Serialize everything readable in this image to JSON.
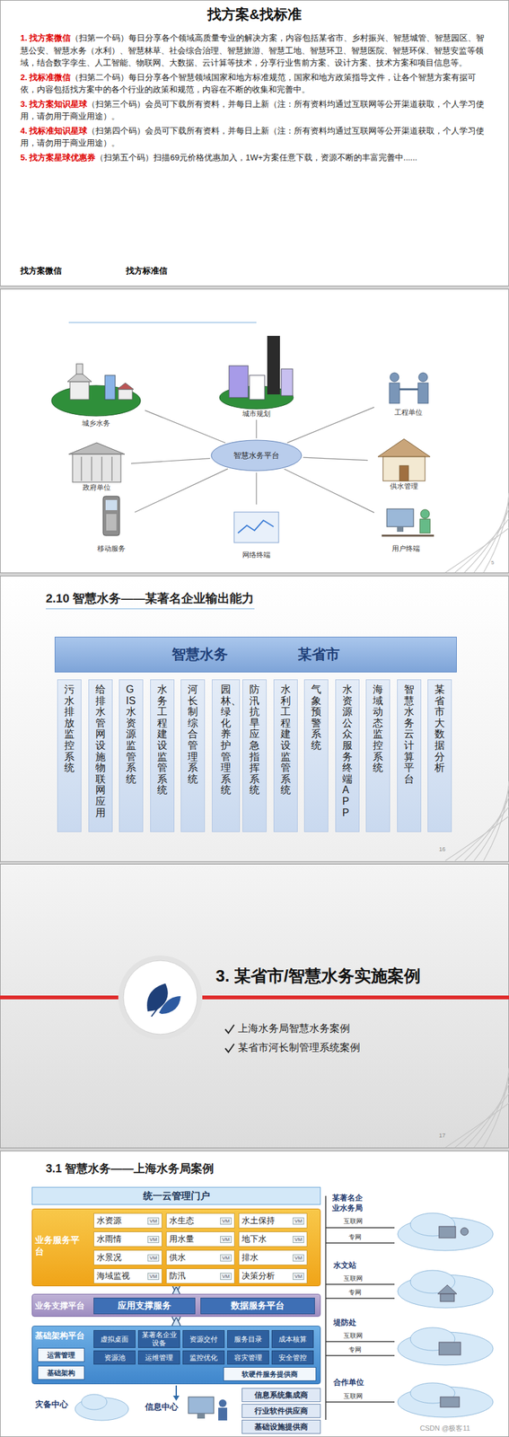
{
  "diagram": {
    "title": "找方案&找标准",
    "nodes": [
      {
        "text": [
          "智慧水务平台"
        ]
      },
      {
        "text": [
          "城乡水务"
        ]
      },
      {
        "text": [
          "城市规划"
        ]
      },
      {
        "text": [
          "工程单位"
        ]
      },
      {
        "text": [
          "政府单位"
        ]
      },
      {
        "text": [
          "供水管理"
        ]
      },
      {
        "text": [
          "移动服务"
        ]
      },
      {
        "text": [
          "网络终端"
        ]
      },
      {
        "text": [
          "用户终端"
        ]
      },
      {
        "text": [
          "智慧水务",
          "某省市"
        ]
      },
      {
        "text": [
          "污水排放监控系统"
        ]
      },
      {
        "text": [
          "给排水管网设施物联网应用"
        ]
      },
      {
        "text": [
          "GIS水资源监管系统"
        ]
      },
      {
        "text": [
          "水务工程建设监管系统"
        ]
      },
      {
        "text": [
          "河长制综合管理系统"
        ]
      },
      {
        "text": [
          "园林、绿化养护管理系统"
        ]
      },
      {
        "text": [
          "防汛抗旱应急指挥系统"
        ]
      },
      {
        "text": [
          "水利工程建设监管系统"
        ]
      },
      {
        "text": [
          "气象预警系统"
        ]
      },
      {
        "text": [
          "水资源公众服务终端APP"
        ]
      },
      {
        "text": [
          "海域动态监控系统"
        ]
      },
      {
        "text": [
          "智慧水务云计算平台"
        ]
      },
      {
        "text": [
          "某省市大数据分析"
        ]
      },
      {
        "text": [
          "统一云管理门户"
        ]
      },
      {
        "text": [
          "业务服务平台"
        ]
      },
      {
        "text": [
          "水资源",
          "VM"
        ],
        "in": 24
      },
      {
        "text": [
          "水生态",
          "VM"
        ],
        "in": 24
      },
      {
        "text": [
          "水土保持",
          "VM"
        ],
        "in": 24
      },
      {
        "text": [
          "水雨情",
          "VM"
        ],
        "in": 24
      },
      {
        "text": [
          "用水量",
          "VM"
        ],
        "in": 24
      },
      {
        "text": [
          "地下水",
          "VM"
        ],
        "in": 24
      },
      {
        "text": [
          "水景况",
          "VM"
        ],
        "in": 24
      },
      {
        "text": [
          "供水",
          "VM"
        ],
        "in": 24
      },
      {
        "text": [
          "排水",
          "VM"
        ],
        "in": 24
      },
      {
        "text": [
          "海域监视",
          "VM"
        ],
        "in": 24
      },
      {
        "text": [
          "防汛",
          "VM"
        ],
        "in": 24
      },
      {
        "text": [
          "决策分析",
          "VM"
        ],
        "in": 24
      },
      {
        "text": [
          "业务支撑平台"
        ]
      },
      {
        "text": [
          "应用支撑服务"
        ],
        "in": 37
      },
      {
        "text": [
          "数据服务平台"
        ],
        "in": 37
      },
      {
        "text": [
          "基础架构平台"
        ]
      },
      {
        "text": [
          "运营管理"
        ],
        "in": 40
      },
      {
        "text": [
          "基础架构"
        ],
        "in": 40
      },
      {
        "text": [
          "虚拟桌面"
        ],
        "in": 40
      },
      {
        "text": [
          "某著名企业设备"
        ],
        "in": 40
      },
      {
        "text": [
          "资源交付"
        ],
        "in": 40
      },
      {
        "text": [
          "服务目录"
        ],
        "in": 40
      },
      {
        "text": [
          "成本核算"
        ],
        "in": 40
      },
      {
        "text": [
          "资源池"
        ],
        "in": 40
      },
      {
        "text": [
          "运维管理"
        ],
        "in": 40
      },
      {
        "text": [
          "监控优化"
        ],
        "in": 40
      },
      {
        "text": [
          "容灾管理"
        ],
        "in": 40
      },
      {
        "text": [
          "安全管控"
        ],
        "in": 40
      },
      {
        "text": [
          "软硬件服务提供商"
        ],
        "in": 40
      },
      {
        "text": [
          "信息系统集成商"
        ]
      },
      {
        "text": [
          "行业软件供应商"
        ]
      },
      {
        "text": [
          "基础设施提供商"
        ]
      }
    ],
    "edges": [
      {
        "from": 0,
        "to": 1,
        "arrow": "none"
      },
      {
        "from": 0,
        "to": 2,
        "arrow": "none"
      },
      {
        "from": 0,
        "to": 3,
        "arrow": "none"
      },
      {
        "from": 0,
        "to": 4,
        "arrow": "none"
      },
      {
        "from": 0,
        "to": 5,
        "arrow": "none"
      },
      {
        "from": 0,
        "to": 6,
        "arrow": "none"
      },
      {
        "from": 0,
        "to": 7,
        "arrow": "none"
      },
      {
        "from": 0,
        "to": 8,
        "arrow": "none"
      },
      {
        "from": 37,
        "to": 24,
        "arrow": "both"
      },
      {
        "from": 40,
        "to": 37,
        "arrow": "both"
      }
    ],
    "labels": [
      "1. 找方案微信",
      "（扫第一个码）每日分享各个领域高质量专业的解决方案，内容包括某省市、乡村振兴、智慧城管、智慧园区、智慧公安、智慧水务（水利）、智慧林草、社会综合治理、智慧旅游、智慧工地、智慧环卫、智慧医院、智慧环保、智慧安监等领域，结合数字孪生、人工智能、物联网、大数据、云计算等技术，分享行业售前方案、设计方案、技术方案和项目信息等。",
      "2. 找标准微信",
      "（扫第二个码）每日分享各个智慧领域国家和地方标准规范，国家和地方政策指导文件，让各个智慧方案有据可依，内容包括找方案中的各个行业的政策和规范，内容在不断的收集和完善中。",
      "3. 找方案知识星球",
      "（扫第三个码）会员可下载所有资料，并每日上新（注：所有资料均通过互联网等公开渠道获取，个人学习使用，请勿用于商业用途）。",
      "4. 找标准知识星球",
      "（扫第四个码）会员可下载所有资料，并每日上新（注：所有资料均通过互联网等公开渠道获取，个人学习使用，请勿用于商业用途）。",
      "5. 找方案星球优惠券",
      "（扫第五个码）扫描69元价格优惠加入，1W+方案任意下载，资源不断的丰富完善中......",
      "找方案微信",
      "找方标准信",
      "5",
      "2.10 智慧水务——某著名企业输出能力",
      "16",
      "3. 某省市/智慧水务实施案例",
      "上海水务局智慧水务案例",
      "某省市河长制管理系统案例",
      "17",
      "3.1 智慧水务——上海水务局案例",
      "某著名企业水务局",
      "互联网",
      "专网",
      "水文站",
      "互联网",
      "专网",
      "堤防处",
      "互联网",
      "专网",
      "合作单位",
      "互联网",
      "灾备中心",
      "信息中心",
      "CSDN @极客11"
    ]
  }
}
